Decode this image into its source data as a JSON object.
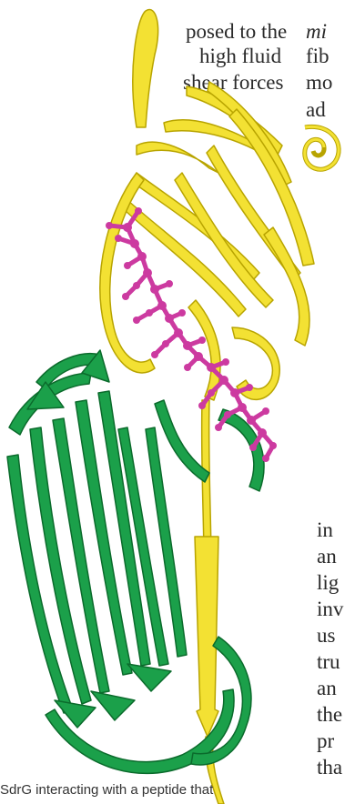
{
  "left_column": {
    "lines": [
      "posed to the",
      "high fluid",
      "shear forces"
    ]
  },
  "right_column_top": {
    "lines": [
      "mi",
      "fib",
      "mo",
      "ad"
    ]
  },
  "right_column_bottom": {
    "lines": [
      "in",
      "an",
      "lig",
      "inv",
      "us",
      "tru",
      "an",
      "the",
      "pr",
      "tha"
    ]
  },
  "caption": {
    "text": "SdrG interacting with a peptide that"
  },
  "colors": {
    "yellow_domain": "#f3e133",
    "yellow_outline": "#b8a400",
    "green_domain": "#1ba04a",
    "green_outline": "#0b6b2c",
    "peptide": "#cc3aa0"
  }
}
